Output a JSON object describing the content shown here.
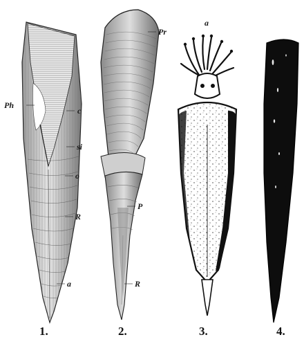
{
  "figures": [
    {
      "id": "fig-1",
      "number": "1.",
      "labels": {
        "ph": "Ph",
        "c": "c",
        "si": "si",
        "o": "o",
        "r": "R",
        "a": "a"
      }
    },
    {
      "id": "fig-2",
      "number": "2.",
      "labels": {
        "pr_top": "Pr",
        "p": "P",
        "r": "R"
      }
    },
    {
      "id": "fig-3",
      "number": "3.",
      "labels": {
        "a": "a"
      }
    },
    {
      "id": "fig-4",
      "number": "4.",
      "labels": {}
    }
  ],
  "colors": {
    "ink": "#111111",
    "paper": "#ffffff",
    "shade": "#6b6b6b"
  }
}
